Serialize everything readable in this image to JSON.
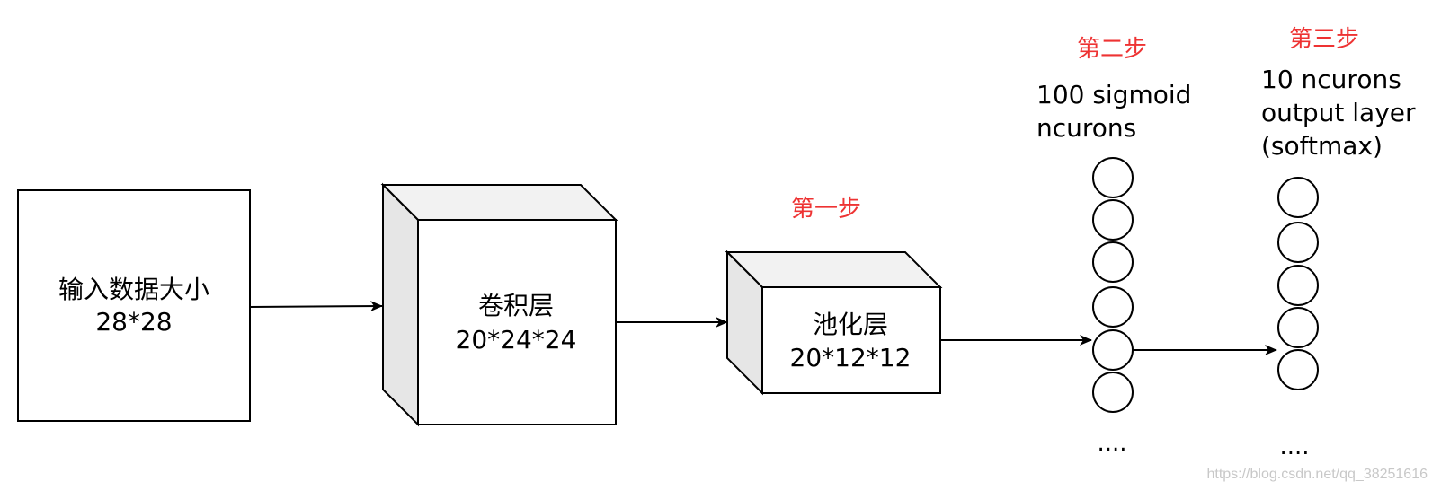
{
  "input_box": {
    "line1": "输入数据大小",
    "line2": "28*28"
  },
  "conv_layer": {
    "line1": "卷积层",
    "line2": "20*24*24"
  },
  "pool_layer": {
    "line1": "池化层",
    "line2": "20*12*12"
  },
  "steps": {
    "step1": "第一步",
    "step2": "第二步",
    "step3": "第三步"
  },
  "hidden_layer": {
    "line1": "100 sigmoid",
    "line2": "ncurons",
    "ellipsis": "...."
  },
  "output_layer": {
    "line1": "10 ncurons",
    "line2": "output layer",
    "line3": "(softmax)",
    "ellipsis": "...."
  },
  "watermark": "https://blog.csdn.net/qq_38251616",
  "colors": {
    "step_text": "#ee3333",
    "face_side": "#e6e6e6",
    "face_top": "#f2f2f2",
    "stroke": "#000000"
  }
}
